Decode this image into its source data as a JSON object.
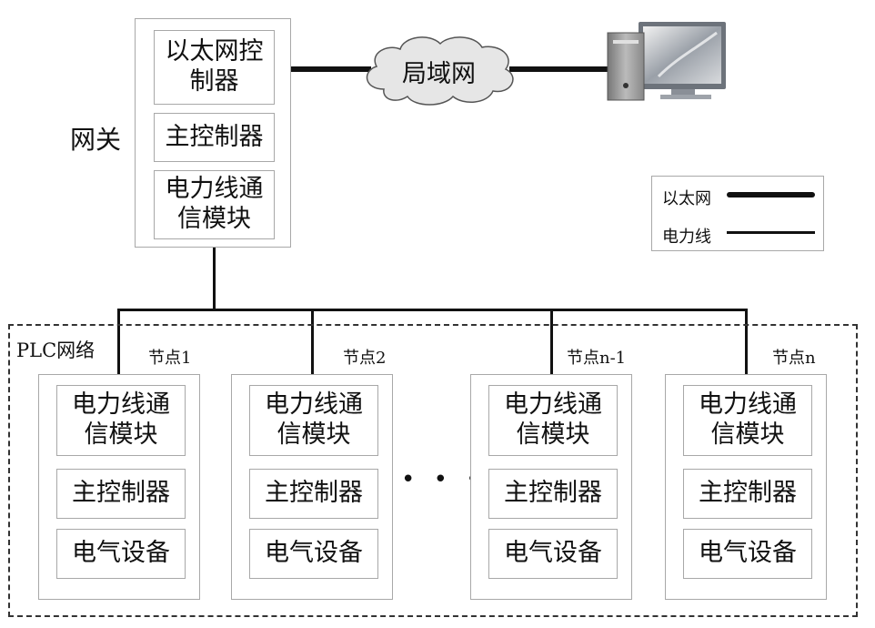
{
  "gateway": {
    "label": "网关",
    "modules": [
      "以太网控\n制器",
      "主控制器",
      "电力线通\n信模块"
    ]
  },
  "lan": {
    "label": "局域网"
  },
  "computer": {
    "icon": "computer-icon"
  },
  "legend": {
    "items": [
      {
        "label": "以太网",
        "line": "thick"
      },
      {
        "label": "电力线",
        "line": "thin"
      }
    ]
  },
  "plc_network": {
    "label": "PLC网络",
    "ellipsis": "• • •",
    "nodes": [
      {
        "label": "节点1",
        "modules": [
          "电力线通\n信模块",
          "主控制器",
          "电气设备"
        ]
      },
      {
        "label": "节点2",
        "modules": [
          "电力线通\n信模块",
          "主控制器",
          "电气设备"
        ]
      },
      {
        "label": "节点n-1",
        "modules": [
          "电力线通\n信模块",
          "主控制器",
          "电气设备"
        ]
      },
      {
        "label": "节点n",
        "modules": [
          "电力线通\n信模块",
          "主控制器",
          "电气设备"
        ]
      }
    ]
  },
  "colors": {
    "line": "#111111",
    "box_border": "#a8a8a8",
    "cloud_fill": "#e6e6e6",
    "monitor_bezel": "#8a8f97"
  }
}
